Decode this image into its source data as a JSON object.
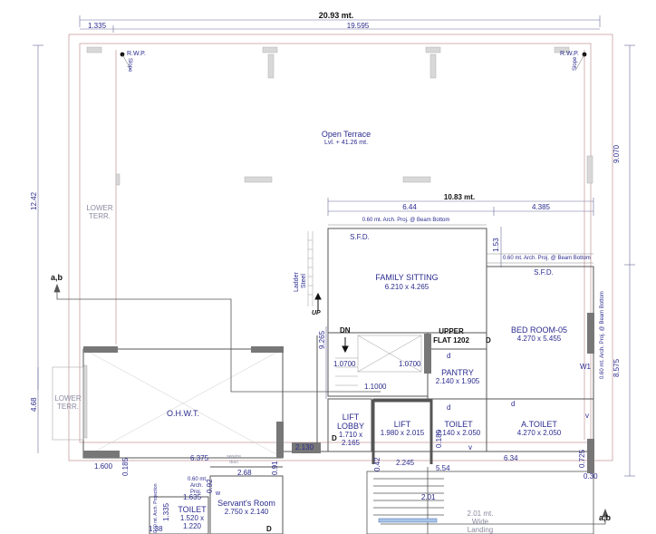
{
  "dims": {
    "overall_width": "20.93 mt.",
    "left_offset": "1.335",
    "inner_width": "19.595",
    "left_height": "12.42",
    "right_height_upper": "9.070",
    "right_height_lower": "8.575",
    "left_lower": "4.68",
    "upper_block": "10.83 mt.",
    "upper_left": "6.44",
    "upper_right": "4.385",
    "sfd_gap": "1.53",
    "stair_h": "9.265",
    "d_1600": "1.600",
    "d_0185a": "0.185",
    "d_6375": "6.375",
    "d_091": "0.91",
    "d_2130": "2.130",
    "d_268": "2.68",
    "d_092": "0.92",
    "d_1635": "1.635",
    "d_1335": "1.335",
    "d_138": "1.38",
    "d_042": "0.42",
    "d_2245": "2.245",
    "d_554": "5.54",
    "d_634": "6.34",
    "d_0185b": "0.185",
    "d_0725": "0.725",
    "d_030": "0.30",
    "d_201": "2.01",
    "d_10700a": "1.0700",
    "d_10700b": "1.0700",
    "d_11000": "1.1000"
  },
  "labels": {
    "rwp_left": "R.W.P.",
    "rwp_right": "R.W.P.",
    "slope_left": "Slope",
    "slope_right": "Slope",
    "open_terrace": "Open Terrace",
    "terrace_level": "Lvl. + 41.26 mt.",
    "lower_terr_1a": "LOWER",
    "lower_terr_1b": "TERR.",
    "lower_terr_2a": "LOWER",
    "lower_terr_2b": "TERR.",
    "arch_proj_1": "0.60 mt. Arch. Proj. @ Beam Bottom",
    "arch_proj_2": "0.60 mt. Arch. Proj. @ Beam Bottom",
    "arch_proj_v": "0.60 mt. Arch. Proj. @ Beam Bottom",
    "sfd_1": "S.F.D.",
    "sfd_2": "S.F.D.",
    "family_sitting": "FAMILY SITTING",
    "family_sitting_size": "6.210 x 4.265",
    "ladder": "Ladder",
    "steel": "Steel",
    "up": "UP",
    "dn": "DN",
    "upper_flat_1": "UPPER",
    "upper_flat_2": "FLAT 1202",
    "bedroom": "BED ROOM-05",
    "bedroom_size": "4.270 x 5.455",
    "w1": "W1",
    "pantry": "PANTRY",
    "pantry_size": "2.140 x 1.905",
    "ohwt": "O.H.W.T.",
    "lift_lobby_1": "LIFT",
    "lift_lobby_2": "LOBBY",
    "lift_lobby_size_1": "1.710 x",
    "lift_lobby_size_2": "2.165",
    "lift": "LIFT",
    "lift_size": "1.980 x 2.015",
    "toilet": "TOILET",
    "toilet_size": "2.140 x 2.050",
    "atoilet": "A.TOILET",
    "atoilet_size": "4.270 x 2.050",
    "servant_room": "Servant's Room",
    "servant_room_size": "2.750 x 2.140",
    "servant_toilet": "TOILET",
    "servant_toilet_size_1": "1.520 x",
    "servant_toilet_size_2": "1.220",
    "service_duct_1": "service",
    "service_duct_2": "duct",
    "arch_small_1": "0.60 mt.",
    "arch_small_2": "Arch.",
    "arch_small_3": "Proj.",
    "arch_v_small": "0.60 mt. Arch. Projection",
    "landing_1": "2.01 mt.",
    "landing_2": "Wide",
    "landing_3": "Landing",
    "section_ab_1": "a,b",
    "section_ab_2": "a,b",
    "door_d": "D",
    "door_d_small": "d",
    "door_v": "v",
    "door_w": "w"
  }
}
